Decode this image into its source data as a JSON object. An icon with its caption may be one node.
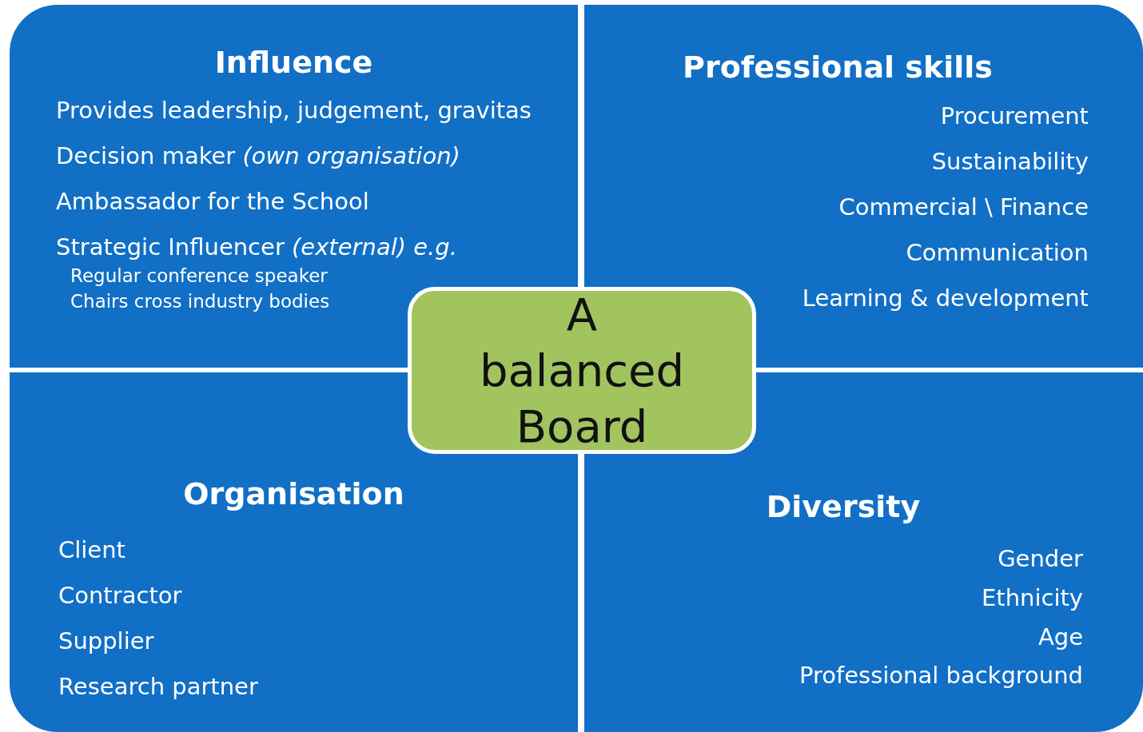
{
  "diagram": {
    "nodes": [
      {
        "text": [
          "Influence",
          "Provides leadership, judgement, gravitas",
          "Decision maker *(own organisation)*",
          "Ambassador for the School",
          "Strategic Influencer *(external) e.g.*",
          "Regular conference speaker",
          "Chairs cross industry bodies"
        ]
      },
      {
        "text": [
          "Professional skills",
          "Procurement",
          "Sustainability",
          "Commercial \\ Finance",
          "Communication",
          "Learning & development"
        ]
      },
      {
        "text": [
          "Organisation",
          "Client",
          "Contractor",
          "Supplier",
          "Research partner"
        ]
      },
      {
        "text": [
          "Diversity",
          "Gender",
          "Ethnicity",
          "Age",
          "Professional background"
        ]
      },
      {
        "text": [
          "A balanced Board"
        ]
      }
    ]
  }
}
